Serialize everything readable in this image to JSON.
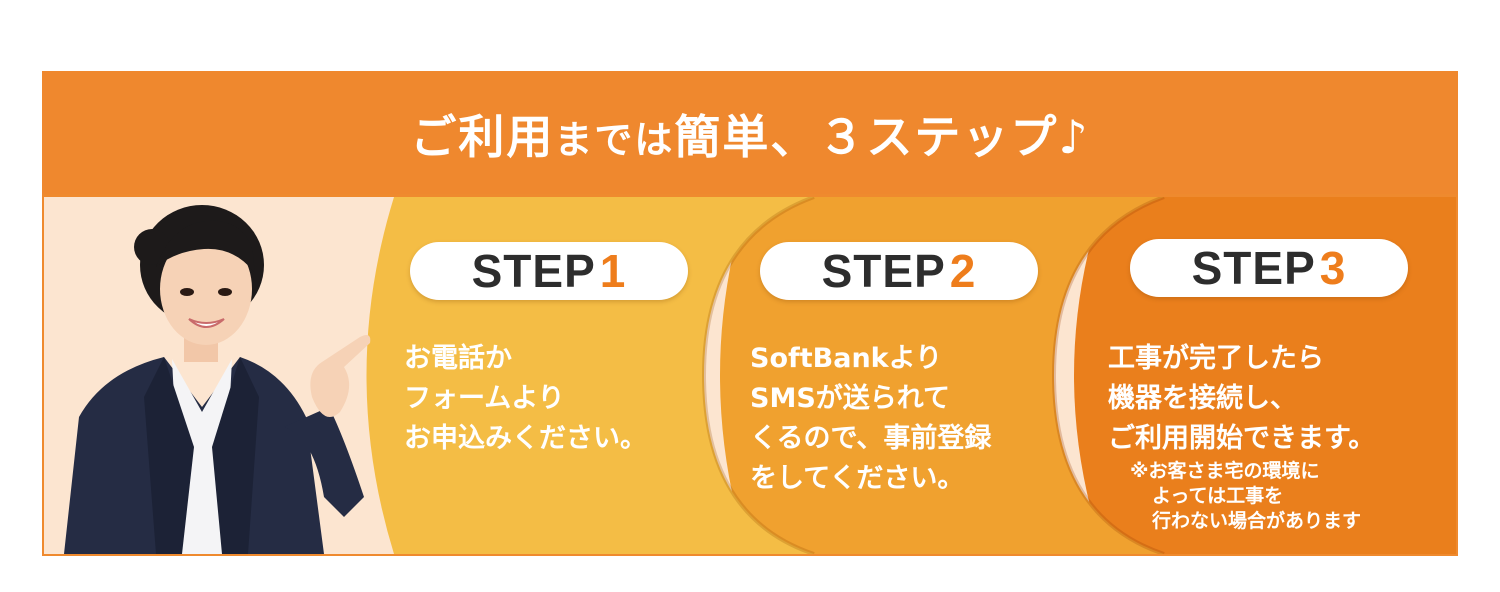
{
  "header": {
    "title_a": "ご利用",
    "title_b": "までは",
    "title_c": "簡単、３ステップ♪"
  },
  "colors": {
    "header_bg": "#ef882e",
    "panel_bg": "#fce5d0",
    "step1_bg": "#f4bd45",
    "step2_bg": "#f0a12f",
    "step3_bg": "#ea7f1c",
    "step_number": "#ee7d1c"
  },
  "steps": [
    {
      "label": "STEP",
      "number": "1",
      "lines": [
        "お電話か",
        "フォームより",
        "お申込みください。"
      ]
    },
    {
      "label": "STEP",
      "number": "2",
      "lines": [
        "SoftBankより",
        "SMSが送られて",
        "くるので、事前登録",
        "をしてください。"
      ]
    },
    {
      "label": "STEP",
      "number": "3",
      "lines": [
        "工事が完了したら",
        "機器を接続し、",
        "ご利用開始できます。"
      ],
      "note": [
        "※お客さま宅の環境に",
        "よっては工事を",
        "行わない場合があります"
      ]
    }
  ]
}
